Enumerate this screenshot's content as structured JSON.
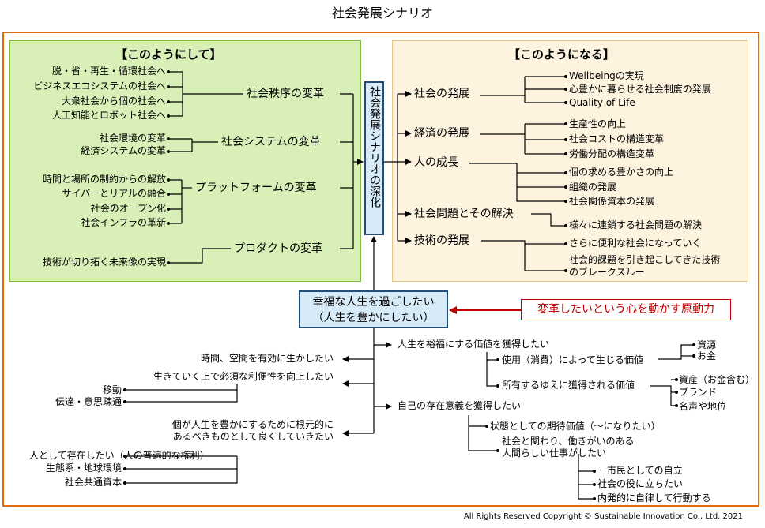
{
  "title": "社会発展シナリオ",
  "center": "社会発展シナリオの深化",
  "left_panel": {
    "header": "【このようにして】",
    "groups": [
      {
        "label": "社会秩序の変革",
        "items": [
          "脱・省・再生・循環社会へ",
          "ビジネスエコシステムの社会へ",
          "大衆社会から個の社会へ",
          "人工知能とロボット社会へ"
        ]
      },
      {
        "label": "社会システムの変革",
        "items": [
          "社会環境の変革",
          "経済システムの変革"
        ]
      },
      {
        "label": "プラットフォームの変革",
        "items": [
          "時間と場所の制約からの解放",
          "サイバーとリアルの融合",
          "社会のオープン化",
          "社会インフラの革新"
        ]
      },
      {
        "label": "プロダクトの変革",
        "items": [
          "技術が切り拓く未来像の実現"
        ]
      }
    ]
  },
  "right_panel": {
    "header": "【このようになる】",
    "groups": [
      {
        "label": "社会の発展",
        "items": [
          "Wellbeingの実現",
          "心豊かに暮らせる社会制度の発展",
          "Quality of Life"
        ]
      },
      {
        "label": "経済の発展",
        "items": [
          "生産性の向上",
          "社会コストの構造変革",
          "労働分配の構造変革"
        ]
      },
      {
        "label": "人の成長",
        "items": [
          "個の求める豊かさの向上",
          "組織の発展",
          "社会関係資本の発展"
        ]
      },
      {
        "label": "社会問題とその解決",
        "items": [
          "様々に連鎖する社会問題の解決"
        ]
      },
      {
        "label": "技術の発展",
        "items": [
          "さらに便利な社会になっていく",
          "社会的課題を引き起こしてきた技術",
          "のブレークスルー"
        ]
      }
    ]
  },
  "happy": {
    "line1": "幸福な人生を過ごしたい",
    "line2": "（人生を豊かにしたい）"
  },
  "driver": "変革したいという心を動かす原動力",
  "lower_left": {
    "time_space": "時間、空間を有効に生かしたい",
    "convenience": "生きていく上で必須な利便性を向上したい",
    "conv_items": [
      "移動",
      "伝達・意思疎通"
    ],
    "fundamental1": "個が人生を豊かにするために根元的に",
    "fundamental2": "あるべきものとして良くしていきたい",
    "fund_items": [
      "人として存在したい（人の普遍的な権利）",
      "生態系・地球環境",
      "社会共通資本"
    ]
  },
  "lower_right": {
    "value": "人生を裕福にする価値を獲得したい",
    "use_value": "使用（消費）によって生じる価値",
    "use_items": [
      "資源",
      "お金"
    ],
    "own_value": "所有するゆえに獲得される価値",
    "own_items": [
      "資産（お金含む）",
      "ブランド",
      "名声や地位"
    ],
    "existence": "自己の存在意義を獲得したい",
    "state_value": "状態としての期待価値（～になりたい）",
    "work1": "社会と関わり、働きがいのある",
    "work2": "人間らしい仕事がしたい",
    "citizen_items": [
      "一市民としての自立",
      "社会の役に立ちたい",
      "内発的に自律して行動する"
    ]
  },
  "copyright": "All Rights Reserved Copyright ©  Sustainable Innovation Co., Ltd.  2021",
  "colors": {
    "frame": "#e36c0a",
    "left_panel": "#d8f0b8",
    "right_panel": "#fdf3df",
    "box": "#d6eaf8",
    "driver": "#c00000"
  }
}
